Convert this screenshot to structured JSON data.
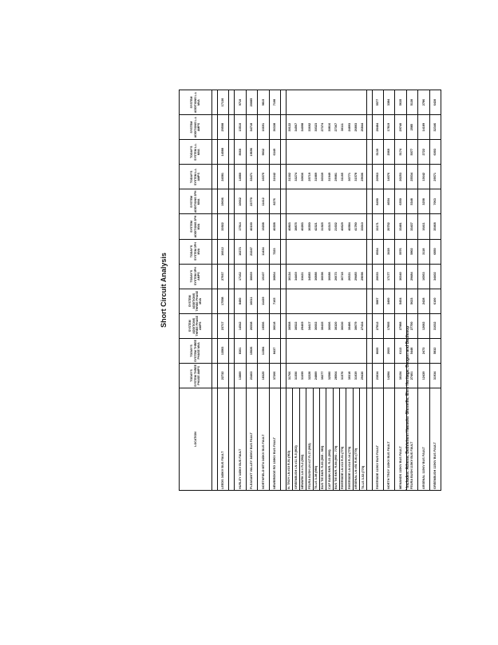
{
  "title": "Short Circuit Analysis",
  "headers": [
    "LOCATION",
    "TODAY'S SYSTEM THREE PHASE AMPS",
    "TODAY'S SYSTEM THREE PHASE MVA",
    "SYSTEM ADDITIONS THREE PHASE AMPS",
    "SYSTEM ADDITIONS THREE PHASE MVA",
    "TODAY'S SYSTEM 3PH AMPS",
    "TODAY'S SYSTEM 3PH MVA",
    "SYSTEM ADDITIONS 3PH MVA",
    "SYSTEM ADDITIONS 3PH MVA",
    "TODAY'S SYSTEM L-L AMPS",
    "TODAY'S SYSTEM L-L MVA",
    "SYSTEM ADDITIONS L-L AMPS",
    "SYSTEM ADDITIONS L-L MVA"
  ],
  "groups": [
    {
      "rows": [
        {
          "kind": "r",
          "cells": [
            "LEEDS 345KV BUS FAULT",
            "22732",
            "13583",
            "23717",
            "17558",
            "27937",
            "16612",
            "33922",
            "19606",
            "24581",
            "14588",
            "29508",
            "17130"
          ]
        }
      ]
    },
    {
      "rows": [
        {
          "kind": "r",
          "cells": [
            "HURLEY 345KV BUS FAULT",
            "13889",
            "8301",
            "14542",
            "8480",
            "17162",
            "10273",
            "17914",
            "10662",
            "14880",
            "8660",
            "15510",
            "9710"
          ]
        },
        {
          "kind": "r",
          "cells": [
            "PLEASANT VALLEY 345KV BUS FAULT",
            "23463",
            "15026",
            "26538",
            "16611",
            "30669",
            "23247",
            "40100",
            "23770",
            "33471",
            "19696",
            "34718",
            "20085"
          ]
        },
        {
          "kind": "r",
          "cells": [
            "NORTHFIELD MTN 345KV BUS FAULT",
            "18325",
            "11584",
            "19556",
            "11439",
            "19107",
            "11434",
            "19258",
            "11412",
            "16575",
            "9832",
            "16691",
            "9815"
          ]
        },
        {
          "kind": "r",
          "cells": [
            "NEWBRIDGE RD 138KV BUS FAULT",
            "37266",
            "8437",
            "36618",
            "7165",
            "36864",
            "7223",
            "40358",
            "8276",
            "31642",
            "6349",
            "36338",
            "7108"
          ]
        }
      ]
    },
    {
      "rows": [
        {
          "kind": "c",
          "cells": [
            "N. TROY LN #10 R-91 (963)",
            "31766",
            "",
            "30508",
            "",
            "30134",
            "",
            "40803",
            "",
            "31302",
            "",
            "30122",
            ""
          ]
        },
        {
          "kind": "c",
          "cells": [
            "GREENBUSH LN #11 R-5 (963)",
            "31550",
            "",
            "30522",
            "",
            "34469",
            "",
            "38875",
            "",
            "33274",
            "",
            "34567",
            ""
          ]
        },
        {
          "kind": "c",
          "cells": [
            "NEWARK LN # R-2 (992)",
            "31699",
            "",
            "29469",
            "",
            "33421",
            "",
            "40283",
            "",
            "30836",
            "",
            "34098",
            ""
          ]
        },
        {
          "kind": "c",
          "cells": [
            "FEURA BUSH LN #17 R-17 (992)",
            "32228",
            "",
            "34417",
            "",
            "34585",
            "",
            "36550",
            "",
            "29719",
            "",
            "33602",
            ""
          ]
        },
        {
          "kind": "c",
          "cells": [
            "TILLS 3-38 (986)",
            "24889",
            "",
            "36602",
            "",
            "36888",
            "",
            "42321",
            "",
            "31889",
            "",
            "30323",
            ""
          ]
        },
        {
          "kind": "c",
          "cells": [
            "BUS TIE BKR. R-83 (968 - 983)",
            "30277",
            "",
            "30435",
            "",
            "36698",
            "",
            "31925",
            "",
            "30339",
            "",
            "27374",
            ""
          ]
        },
        {
          "kind": "c",
          "cells": [
            "CAP BANK BKR. R-21 (993)",
            "32580",
            "",
            "36606",
            "",
            "36688",
            "",
            "43315",
            "",
            "31949",
            "",
            "30816",
            ""
          ]
        },
        {
          "kind": "c",
          "cells": [
            "BUS TIE BKR. R-84 (993 - 770)",
            "28564",
            "",
            "30320",
            "",
            "26673",
            "",
            "21652",
            "",
            "29081",
            "",
            "27367",
            ""
          ]
        },
        {
          "kind": "c",
          "cells": [
            "RIVERSIDE LN #13 R-91 (770)",
            "31570",
            "",
            "36630",
            "",
            "36718",
            "",
            "40629",
            "",
            "31185",
            "",
            "30111",
            ""
          ]
        },
        {
          "kind": "c",
          "cells": [
            "RIVERSIDE LN #14 R-14 (770)",
            "30318",
            "",
            "30486",
            "",
            "26521",
            "",
            "40584",
            "",
            "30771",
            "",
            "24893",
            ""
          ]
        },
        {
          "kind": "c",
          "cells": [
            "ARSENAL LN #51 R-81 (770)",
            "31039",
            "",
            "30079",
            "",
            "29485",
            "",
            "41780",
            "",
            "31578",
            "",
            "26803",
            ""
          ]
        },
        {
          "kind": "c",
          "cells": [
            "TILLS 3-52 (770)",
            "29430",
            "",
            "27434",
            "",
            "29098",
            "",
            "33010",
            "",
            "29606",
            "",
            "26844",
            ""
          ]
        }
      ]
    },
    {
      "rows": [
        {
          "kind": "r",
          "cells": [
            "RIVERSIDE 115KV BUS FAULT",
            "23034",
            "8605",
            "27812",
            "5887",
            "20653",
            "8934",
            "33171",
            "8490",
            "20963",
            "5139",
            "28484",
            "5577"
          ]
        },
        {
          "kind": "r",
          "cells": [
            "NORTH TROY 115KV BUS FAULT",
            "14284",
            "2603",
            "17895",
            "3400",
            "17177",
            "3418",
            "20752",
            "4654",
            "14076",
            "2060",
            "17819",
            "3384"
          ]
        },
        {
          "kind": "r",
          "cells": [
            "MENANDS 115KV BUS FAULT",
            "30154",
            "6113",
            "27988",
            "5454",
            "30340",
            "5976",
            "33481",
            "6550",
            "20253",
            "5174",
            "29740",
            "5635"
          ]
        },
        {
          "kind": "r",
          "cells": [
            "FEURA BUSH 115KV BUS FAULT",
            "27401",
            "5448",
            "27750",
            "5623",
            "29484",
            "5802",
            "33437",
            "5348",
            "25534",
            "5077",
            "2585",
            "5130"
          ]
        },
        {
          "kind": "r",
          "cells": [
            "ARSENAL 115KV BUS FAULT",
            "12439",
            "2473",
            "12682",
            "2428",
            "16563",
            "3118",
            "16411",
            "3258",
            "13642",
            "2722",
            "14189",
            "2786"
          ]
        },
        {
          "kind": "r",
          "cells": [
            "GREENBUSH 115KV BUS FAULT",
            "31934",
            "5832",
            "31032",
            "6100",
            "34402",
            "6850",
            "35468",
            "7063",
            "29571",
            "6003",
            "32346",
            "6430"
          ]
        }
      ]
    }
  ],
  "footnote": "* Includes: Athens, Bethlehem Haeseler Glenville, Ehre Heritage, Brogen and Battlesop"
}
